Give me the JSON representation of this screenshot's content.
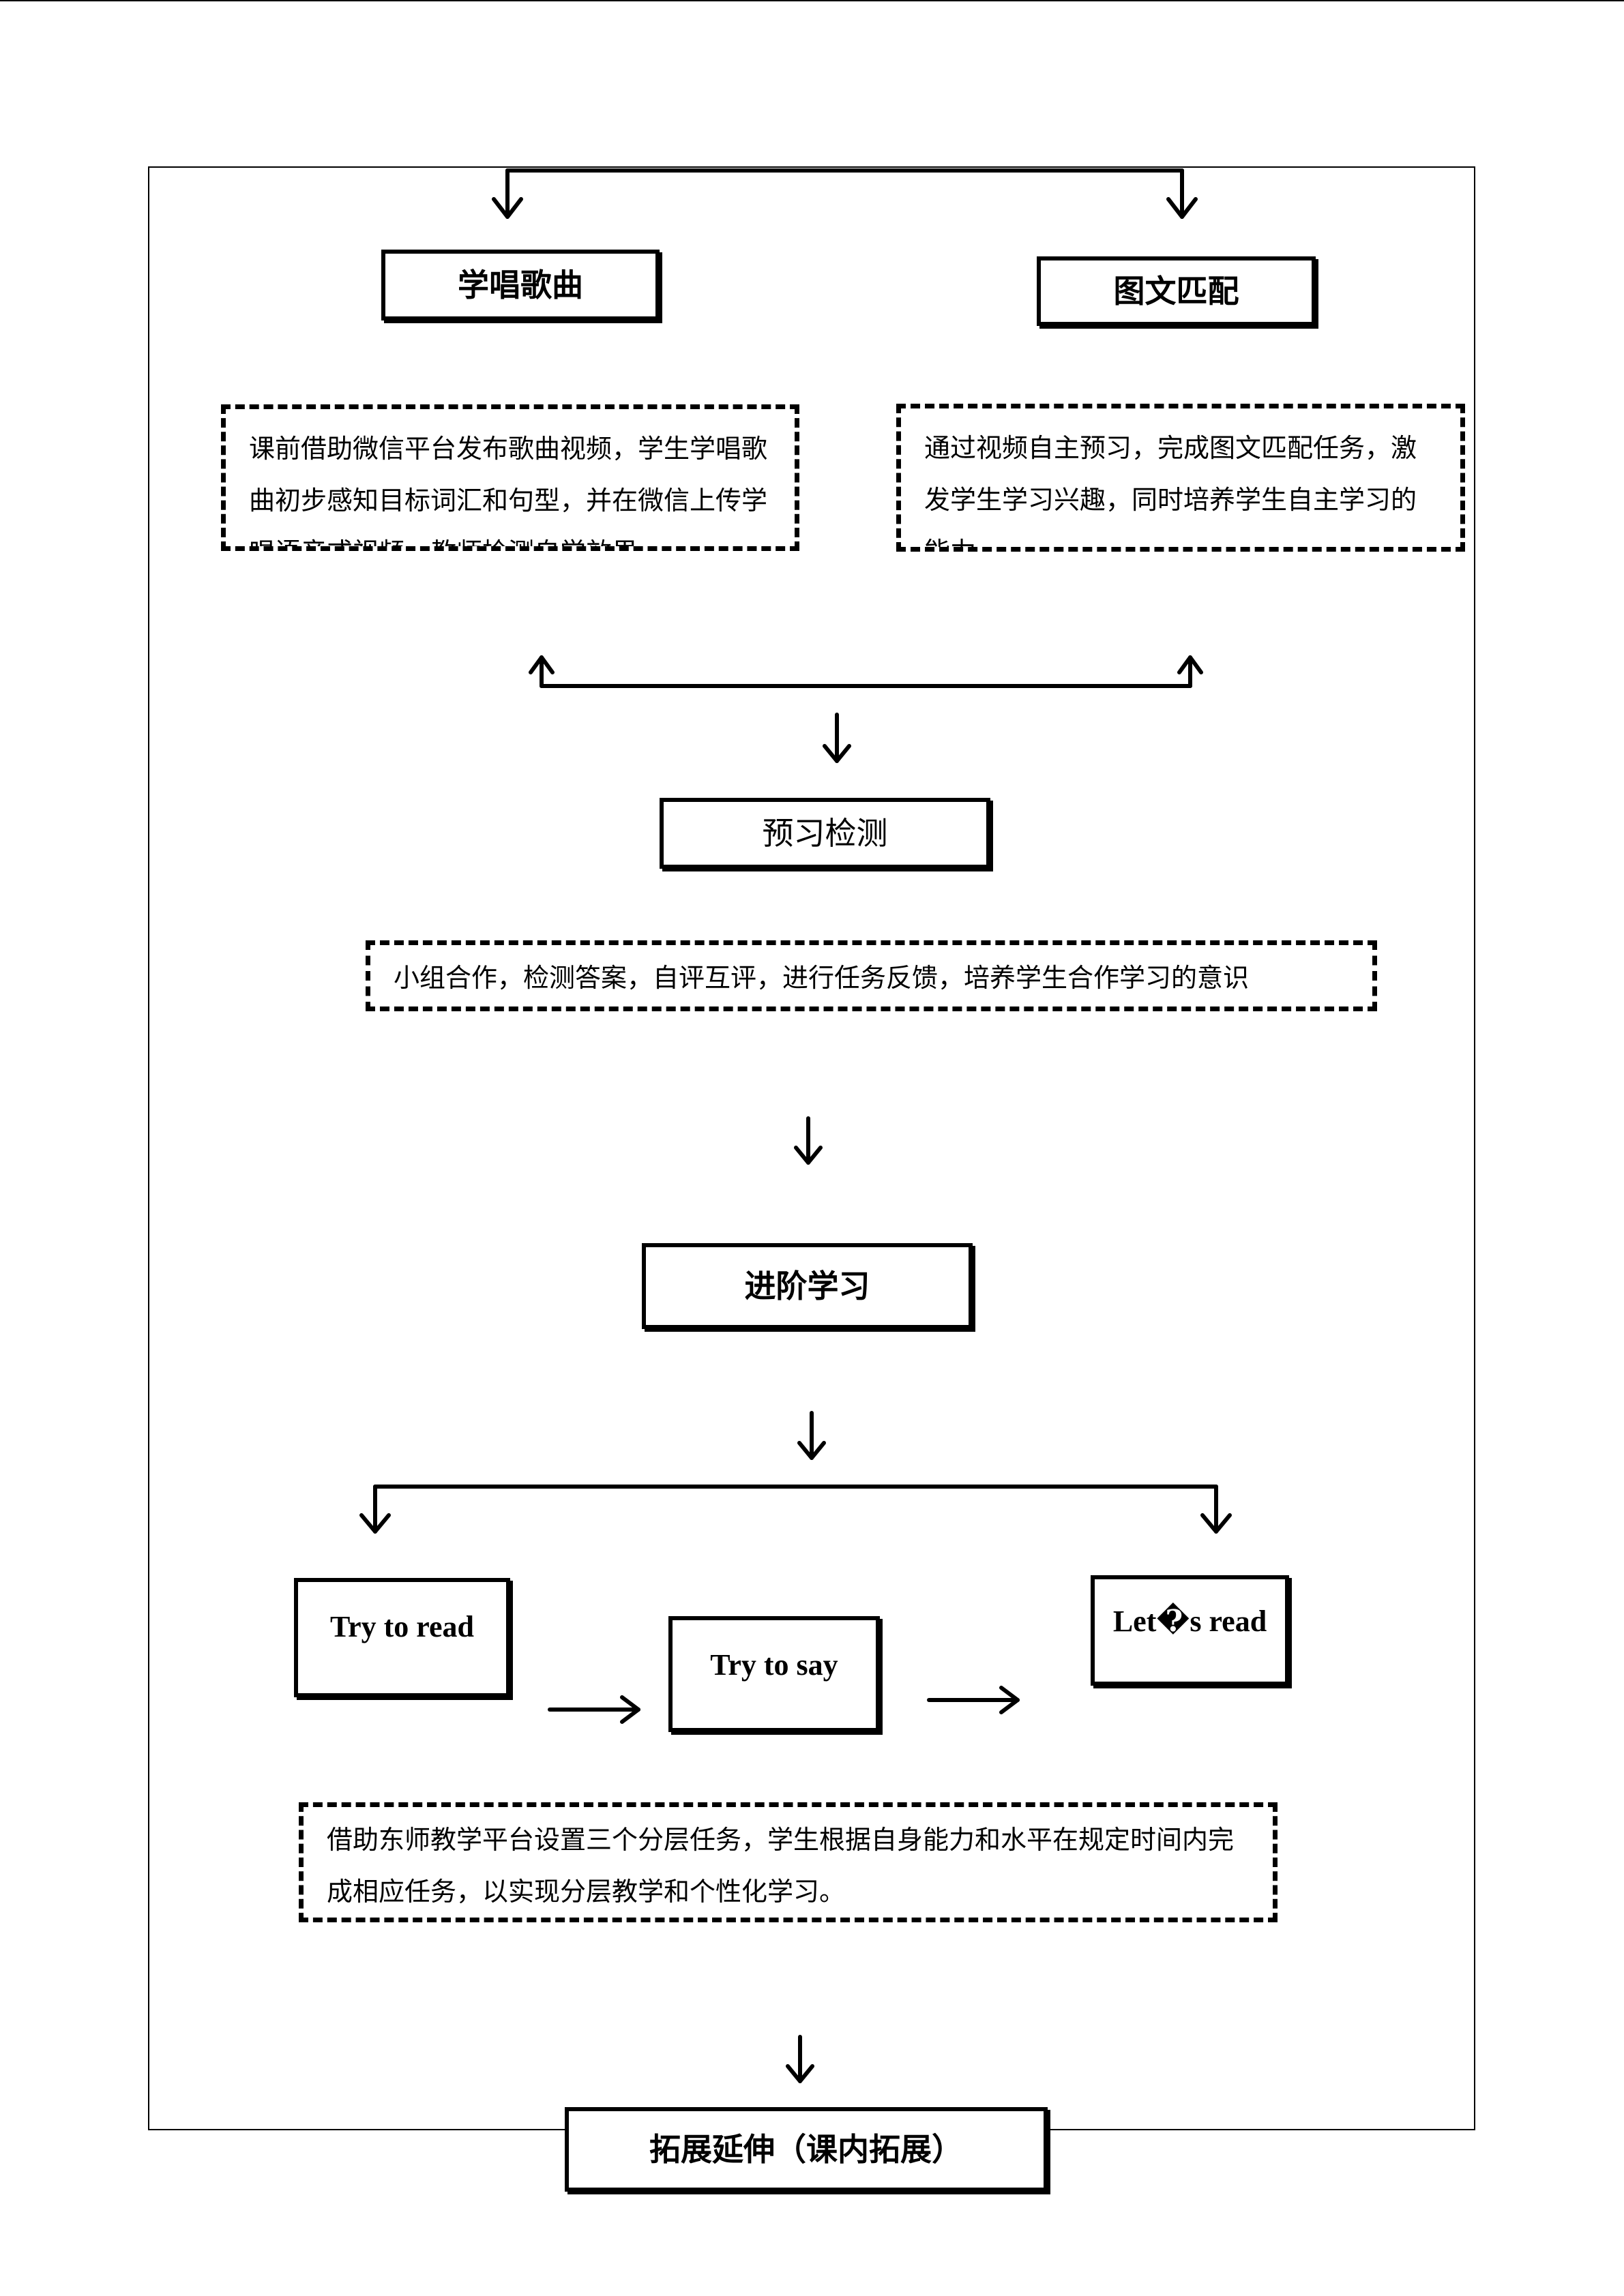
{
  "nodes": {
    "sing_songs": "学唱歌曲",
    "picture_text_match": "图文匹配",
    "preview_check": "预习检测",
    "advanced_learning": "进阶学习",
    "try_to_read": "Try to read",
    "try_to_say": "Try to say",
    "lets_read": "Let�s read",
    "extension": "拓展延伸（课内拓展）"
  },
  "notes": {
    "sing_songs": "课前借助微信平台发布歌曲视频，学生学唱歌曲初步感知目标词汇和句型，并在微信上传学唱语音或视频，教师检测自学效果。",
    "picture_text_match": "通过视频自主预习，完成图文匹配任务，激发学生学习兴趣，同时培养学生自主学习的能力。",
    "preview_check": "小组合作，检测答案，自评互评，进行任务反馈，培养学生合作学习的意识",
    "tiered_tasks": "借助东师教学平台设置三个分层任务，学生根据自身能力和水平在规定时间内完成相应任务，以实现分层教学和个性化学习。"
  },
  "colors": {
    "ink": "#000000",
    "paper": "#ffffff"
  }
}
